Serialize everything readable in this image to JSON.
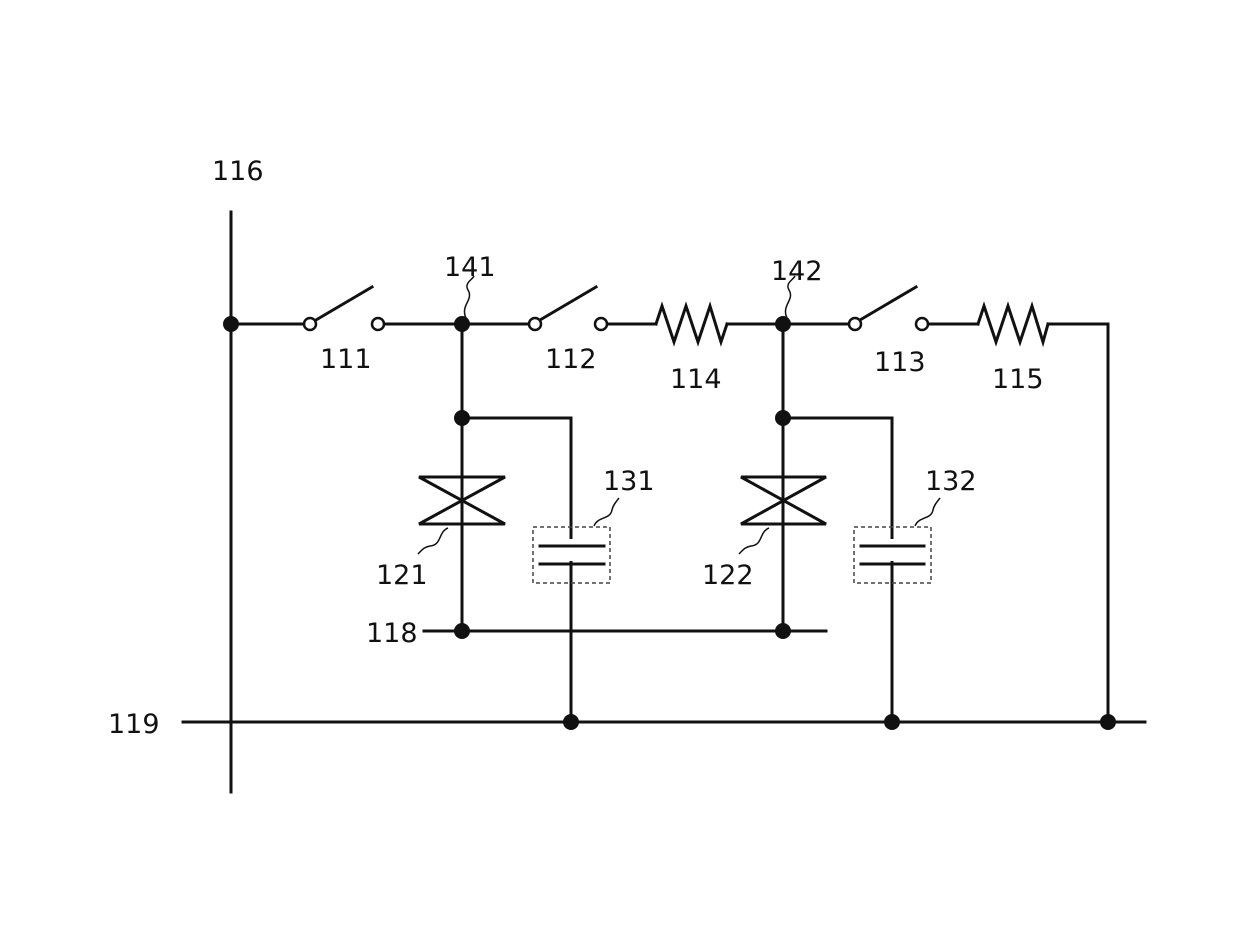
{
  "labels": {
    "line_116": "116",
    "line_119": "119",
    "line_118": "118",
    "switch_111": "111",
    "switch_112": "112",
    "switch_113": "113",
    "resistor_114": "114",
    "resistor_115": "115",
    "node_141": "141",
    "node_142": "142",
    "element_121": "121",
    "element_122": "122",
    "capacitor_131": "131",
    "capacitor_132": "132"
  }
}
